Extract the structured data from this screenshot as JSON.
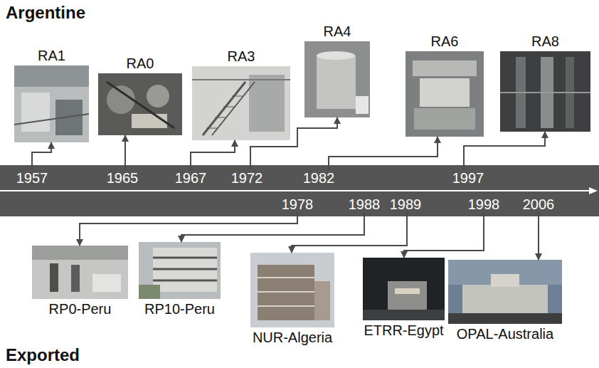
{
  "diagram": {
    "nodes": [
      {
        "text": [
          "RA1"
        ]
      },
      {
        "text": [
          "RA0"
        ]
      },
      {
        "text": [
          "RA3"
        ]
      },
      {
        "text": [
          "RA4"
        ]
      },
      {
        "text": [
          "RA6"
        ]
      },
      {
        "text": [
          "RA8"
        ]
      },
      {
        "text": [
          "1957"
        ]
      },
      {
        "text": [
          "1965"
        ]
      },
      {
        "text": [
          "1967"
        ]
      },
      {
        "text": [
          "1972"
        ]
      },
      {
        "text": [
          "1982"
        ]
      },
      {
        "text": [
          "1997"
        ]
      },
      {
        "text": [
          "1978"
        ]
      },
      {
        "text": [
          "1988"
        ]
      },
      {
        "text": [
          "1989"
        ]
      },
      {
        "text": [
          "1998"
        ]
      },
      {
        "text": [
          "2006"
        ]
      },
      {
        "text": [
          "RP0-Peru"
        ]
      },
      {
        "text": [
          "RP10-Peru"
        ]
      },
      {
        "text": [
          "NUR-Algeria"
        ]
      },
      {
        "text": [
          "ETRR-Egypt"
        ]
      },
      {
        "text": [
          "OPAL-Australia"
        ]
      }
    ],
    "edges": [
      {
        "from": 6,
        "to": 0,
        "arrow": "to"
      },
      {
        "from": 7,
        "to": 1,
        "arrow": "to"
      },
      {
        "from": 8,
        "to": 2,
        "arrow": "to"
      },
      {
        "from": 9,
        "to": 3,
        "arrow": "to"
      },
      {
        "from": 10,
        "to": 4,
        "arrow": "to"
      },
      {
        "from": 11,
        "to": 5,
        "arrow": "to"
      },
      {
        "from": 12,
        "to": 17,
        "arrow": "to"
      },
      {
        "from": 13,
        "to": 18,
        "arrow": "to"
      },
      {
        "from": 14,
        "to": 19,
        "arrow": "to"
      },
      {
        "from": 15,
        "to": 20,
        "arrow": "to"
      },
      {
        "from": 16,
        "to": 21,
        "arrow": "to"
      }
    ],
    "labels": [
      "Argentine",
      "Exported"
    ]
  }
}
